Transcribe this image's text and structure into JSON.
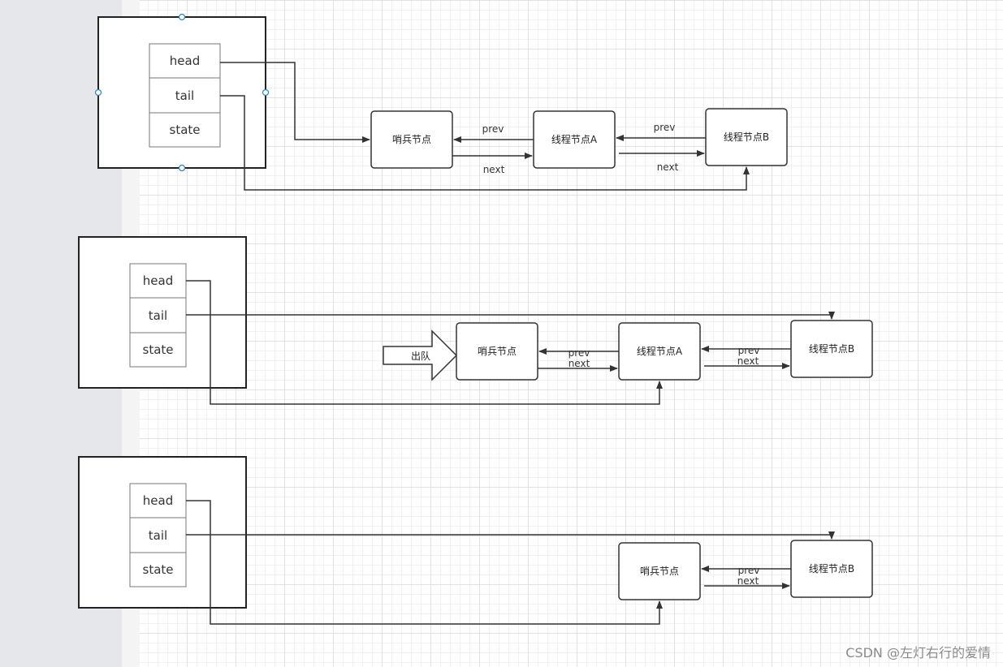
{
  "queue_fields": {
    "head": "head",
    "tail": "tail",
    "state": "state"
  },
  "nodes": {
    "sentinel": "哨兵节点",
    "thread_a": "线程节点A",
    "thread_b": "线程节点B"
  },
  "edges": {
    "prev": "prev",
    "next": "next"
  },
  "dequeue_label": "出队",
  "watermark": "CSDN @左灯右行的爱情"
}
